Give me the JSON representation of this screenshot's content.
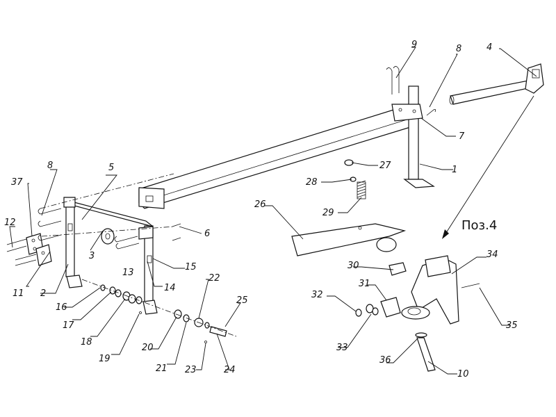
{
  "title": "Поз.4",
  "labels": {
    "l1": "1",
    "l2": "2",
    "l3": "3",
    "l4": "4",
    "l5": "5",
    "l6": "6",
    "l7": "7",
    "l8a": "8",
    "l8b": "8",
    "l9": "9",
    "l10": "10",
    "l11": "11",
    "l12": "12",
    "l13": "13",
    "l14": "14",
    "l15": "15",
    "l16": "16",
    "l17": "17",
    "l18": "18",
    "l19": "19",
    "l20": "20",
    "l21": "21",
    "l22": "22",
    "l23": "23",
    "l24": "24",
    "l25": "25",
    "l26": "26",
    "l27": "27",
    "l28": "28",
    "l29": "29",
    "l30": "30",
    "l31": "31",
    "l32": "32",
    "l33": "33",
    "l34": "34",
    "l35": "35",
    "l36": "36",
    "l37": "37"
  }
}
